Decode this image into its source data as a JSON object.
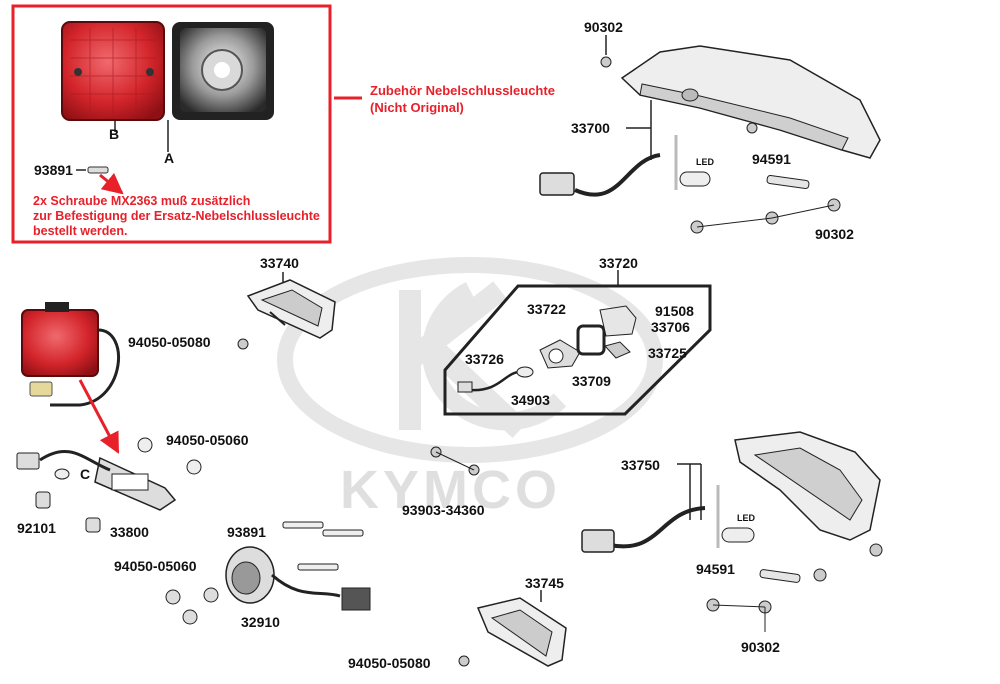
{
  "watermark": {
    "brand": "KYMCO"
  },
  "accessory_box": {
    "title_line1": "Zubehör Nebelschlussleuchte",
    "title_line2": "(Nicht Original)",
    "label_a": "A",
    "label_b": "B",
    "part_screw": "93891",
    "note_line1": "2x Schraube MX2363 muß zusätzlich",
    "note_line2": "zur Befestigung der Ersatz-Nebelschlussleuchte",
    "note_line3": "bestellt werden."
  },
  "parts": {
    "p90302_top": "90302",
    "p33700": "33700",
    "p94591_top": "94591",
    "p90302_mid": "90302",
    "led_top": "LED",
    "p33740": "33740",
    "p94050_05080_a": "94050-05080",
    "p33720": "33720",
    "p33722": "33722",
    "p91508": "91508",
    "p33706": "33706",
    "p33725": "33725",
    "p33726": "33726",
    "p33709": "33709",
    "p34903": "34903",
    "p94050_05060_a": "94050-05060",
    "label_c": "C",
    "p92101": "92101",
    "p33800": "33800",
    "p93891": "93891",
    "p94050_05060_b": "94050-05060",
    "p32910": "32910",
    "p93903_34360": "93903-34360",
    "p33750": "33750",
    "led_bottom": "LED",
    "p94591_bottom": "94591",
    "p90302_bottom": "90302",
    "p33745": "33745",
    "p94050_05080_b": "94050-05080"
  },
  "colors": {
    "highlight": "#e8202a",
    "lamp_red": "#d3252b",
    "text": "#111111"
  }
}
